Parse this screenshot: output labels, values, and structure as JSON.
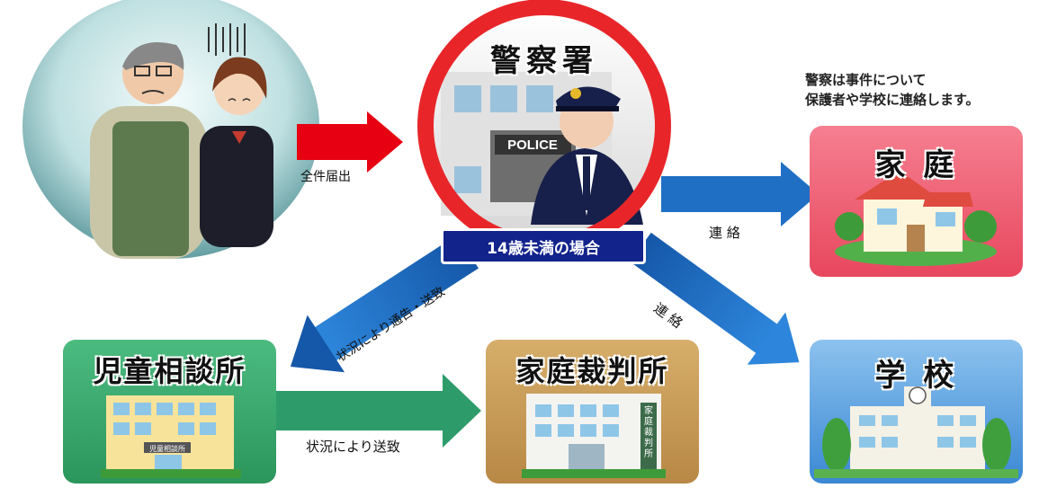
{
  "police": {
    "title": "警察署",
    "sign_text": "POLICE",
    "under14_label": "14歳未満の場合"
  },
  "note": {
    "line1": "警察は事件について",
    "line2": "保護者や学校に連絡します。"
  },
  "arrows": {
    "report_label": "全件届出",
    "contact_home_label": "連 絡",
    "contact_school_label": "連 絡",
    "notify_label": "状況により通告・送致",
    "send_label": "状況により送致"
  },
  "nodes": {
    "home": {
      "title": "家 庭"
    },
    "school": {
      "title": "学 校"
    },
    "child_center": {
      "title": "児童相談所",
      "sign_text": "児童相談所"
    },
    "family_court": {
      "title": "家庭裁判所",
      "sign_text": "家庭裁判所"
    }
  },
  "colors": {
    "red_ring": "#e8262a",
    "red_arrow": "#e60012",
    "blue_arrow": "#1f6fc4",
    "green_arrow": "#2e9b6b",
    "home_bg": "#ef5d72",
    "school_bg": "#4f98da",
    "child_center_bg": "#3aa86d",
    "family_court_bg": "#c79a52",
    "label_navy": "#13238c"
  }
}
